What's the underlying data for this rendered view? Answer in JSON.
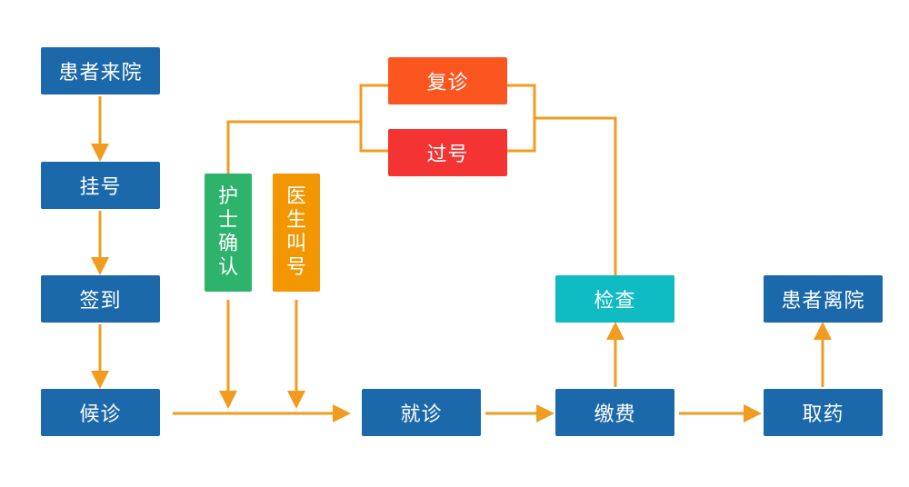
{
  "colors": {
    "blue": "#1b69ab",
    "green": "#2db36c",
    "amber": "#f29602",
    "orange_red": "#fc5620",
    "red": "#f43333",
    "teal": "#0fbcc4",
    "line": "#f29c1f"
  },
  "nodes": {
    "arrive": "患者来院",
    "register": "挂号",
    "checkin": "签到",
    "wait": "候诊",
    "nurse_confirm": "护士确认",
    "doctor_call": "医生叫号",
    "revisit": "复诊",
    "pass_number": "过号",
    "consult": "就诊",
    "exam": "检查",
    "payment": "缴费",
    "pharmacy": "取药",
    "leave": "患者离院"
  }
}
